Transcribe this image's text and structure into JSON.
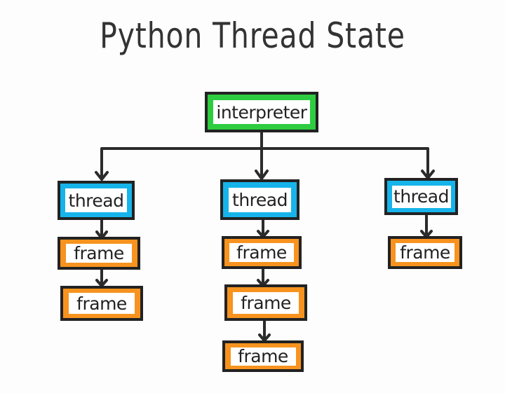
{
  "title": "Python Thread State",
  "colors": {
    "interpreter": "#2ecc40",
    "thread": "#16b4ea",
    "frame": "#f7931e",
    "stroke": "#222222"
  },
  "interpreter": {
    "label": "interpreter"
  },
  "threads": [
    {
      "label": "thread",
      "frames": [
        {
          "label": "frame"
        },
        {
          "label": "frame"
        }
      ]
    },
    {
      "label": "thread",
      "frames": [
        {
          "label": "frame"
        },
        {
          "label": "frame"
        },
        {
          "label": "frame"
        }
      ]
    },
    {
      "label": "thread",
      "frames": [
        {
          "label": "frame"
        }
      ]
    }
  ]
}
